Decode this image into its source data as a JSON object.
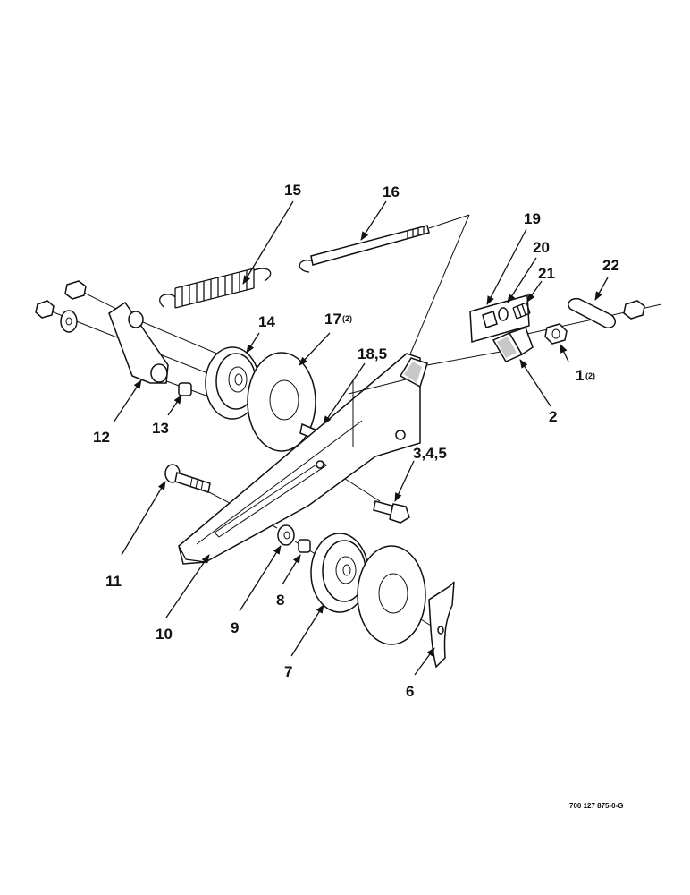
{
  "labels": {
    "l1": "1",
    "l1q": "(2)",
    "l2": "2",
    "l345": "3,4,5",
    "l6": "6",
    "l7": "7",
    "l8": "8",
    "l9": "9",
    "l10": "10",
    "l11": "11",
    "l12": "12",
    "l13": "13",
    "l14": "14",
    "l15": "15",
    "l16": "16",
    "l17": "17",
    "l17q": "(2)",
    "l185": "18,5",
    "l19": "19",
    "l20": "20",
    "l21": "21",
    "l22": "22"
  },
  "footer": {
    "code": "700 127 875-0-G"
  }
}
